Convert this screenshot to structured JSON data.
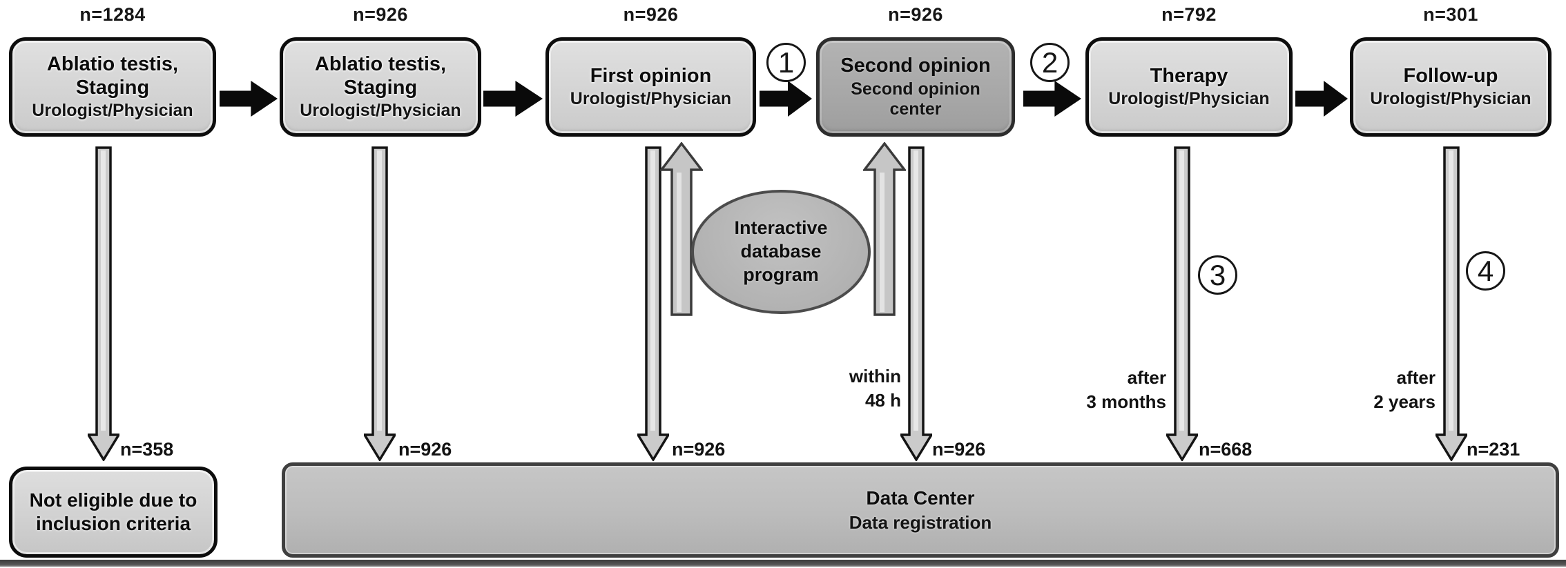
{
  "stages": [
    {
      "n": "n=1284",
      "title": "Ablatio testis, Staging",
      "subtitle": "Urologist/Physician"
    },
    {
      "n": "n=926",
      "title": "Ablatio testis, Staging",
      "subtitle": "Urologist/Physician"
    },
    {
      "n": "n=926",
      "title": "First opinion",
      "subtitle": "Urologist/Physician"
    },
    {
      "n": "n=926",
      "title": "Second opinion",
      "subtitle": "Second opinion center"
    },
    {
      "n": "n=792",
      "title": "Therapy",
      "subtitle": "Urologist/Physician"
    },
    {
      "n": "n=301",
      "title": "Follow-up",
      "subtitle": "Urologist/Physician"
    }
  ],
  "badges": [
    "1",
    "2",
    "3",
    "4"
  ],
  "drop_labels": {
    "a1": "n=358",
    "a2": "n=926",
    "a3": "n=926",
    "a4": "n=926",
    "a5": "n=668",
    "a6": "n=231"
  },
  "notes": {
    "within": {
      "line1": "within",
      "line2": "48 h"
    },
    "months": {
      "line1": "after",
      "line2": "3 months"
    },
    "years": {
      "line1": "after",
      "line2": "2 years"
    }
  },
  "ellipse_label": "Interactive database program",
  "not_eligible_label": "Not eligible due to inclusion criteria",
  "data_center": {
    "title": "Data Center",
    "subtitle": "Data registration"
  },
  "colors": {
    "box_light": "#d4d4d4",
    "box_dark": "#a7a7a7",
    "ellipse_fill": "#b2b2b2",
    "bar_fill": "#bcbcbc",
    "arrow_black": "#0a0a0a",
    "arrow_grey_fill": "#cbcbcb",
    "bottom_rule": "#4a4a4a"
  }
}
